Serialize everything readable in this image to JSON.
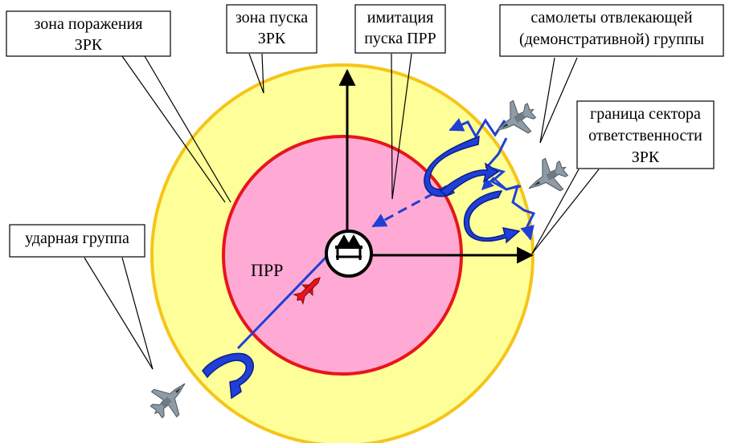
{
  "labels": {
    "kill_zone_line1": "зона поражения",
    "kill_zone_line2": "ЗРК",
    "launch_zone_line1": "зона пуска",
    "launch_zone_line2": "ЗРК",
    "imitation_line1": "имитация",
    "imitation_line2": "пуска ПРР",
    "decoy_line1": "самолеты отвлекающей",
    "decoy_line2": "(демонстративной) группы",
    "sector_line1": "граница сектора",
    "sector_line2": "ответственности",
    "sector_line3": "ЗРК",
    "strike_group": "ударная группа",
    "arm_label": "ПРР"
  },
  "icons": {
    "sam_site": "sam-site-icon",
    "aircraft": "fighter-aircraft-icon",
    "missile": "missile-icon",
    "maneuver": "curved-maneuver-arrow-icon"
  },
  "colors": {
    "outer_zone_fill": "#ffff99",
    "outer_zone_stroke": "#f5c518",
    "inner_zone_fill": "#ffaad4",
    "inner_zone_stroke": "#e8151b",
    "maneuver_arrow": "#1f3fd6",
    "missile": "#e8151b",
    "axis": "#000000"
  }
}
